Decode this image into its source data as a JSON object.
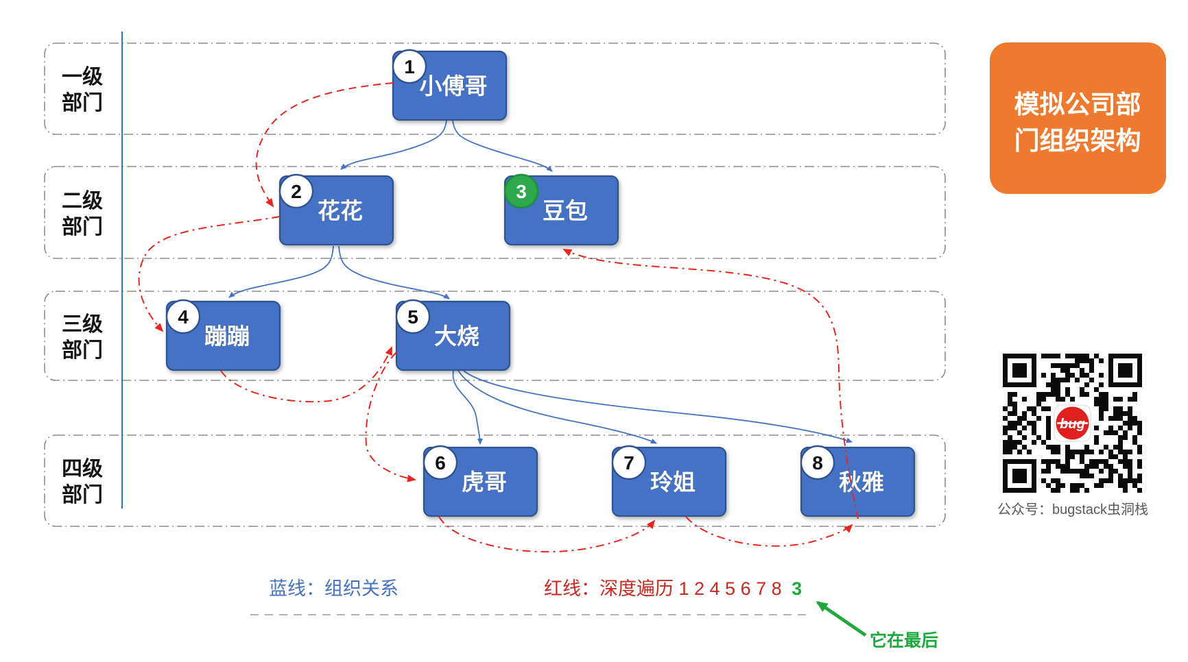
{
  "title_card": {
    "line1": "模拟公司部",
    "line2": "门组织架构",
    "full_text": "模拟公司部门组织架构",
    "bg_color": "#ED7A2E"
  },
  "bands": [
    {
      "line1": "一级",
      "line2": "部门"
    },
    {
      "line1": "二级",
      "line2": "部门"
    },
    {
      "line1": "三级",
      "line2": "部门"
    },
    {
      "line1": "四级",
      "line2": "部门"
    }
  ],
  "nodes": [
    {
      "badge": "1",
      "name": "小傅哥",
      "badge_color": "white"
    },
    {
      "badge": "2",
      "name": "花花",
      "badge_color": "white"
    },
    {
      "badge": "3",
      "name": "豆包",
      "badge_color": "green"
    },
    {
      "badge": "4",
      "name": "蹦蹦",
      "badge_color": "white"
    },
    {
      "badge": "5",
      "name": "大烧",
      "badge_color": "white"
    },
    {
      "badge": "6",
      "name": "虎哥",
      "badge_color": "white"
    },
    {
      "badge": "7",
      "name": "玲姐",
      "badge_color": "white"
    },
    {
      "badge": "8",
      "name": "秋雅",
      "badge_color": "white"
    }
  ],
  "legend": {
    "blue_label": "蓝线：组织关系",
    "red_label": "红线：深度遍历 1 2 4 5 6 7 8",
    "red_last_green": "3",
    "green_note": "它在最后"
  },
  "qr": {
    "caption": "公众号：bugstack虫洞栈",
    "logo_text": "bug"
  },
  "colors": {
    "node_fill": "#4472C4",
    "node_border": "#2F528F",
    "org_line_blue": "#4472C4",
    "dfs_line_red": "#E8251F",
    "legend_red_text": "#C8281E",
    "green_accent": "#1FA83C",
    "badge_green": "#2EA84E",
    "title_orange": "#ED7A2E",
    "band_border_gray": "#8c8c8c"
  }
}
